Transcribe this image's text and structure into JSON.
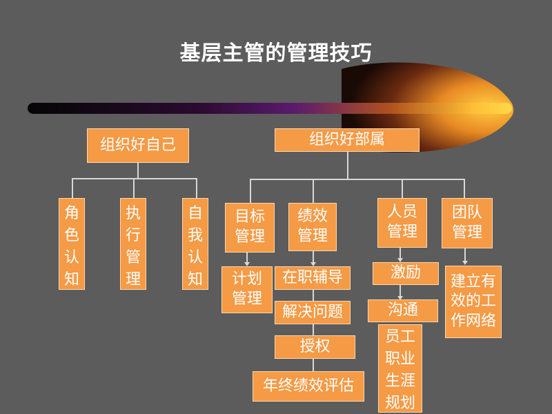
{
  "title": "基层主管的管理技巧",
  "left_group": {
    "root": "组织好自己",
    "children": [
      "角\n色\n认\n知",
      "执\n行\n管\n理",
      "自\n我\n认\n知"
    ]
  },
  "right_group": {
    "root": "组织好部属",
    "branches": {
      "goal": "目标\n管理",
      "performance": "绩效\n管理",
      "people": "人员\n管理",
      "team": "团队\n管理"
    },
    "goal_items": [
      "计划\n管理"
    ],
    "performance_items": [
      "在职辅导",
      "解决问题",
      "授权",
      "年终绩效评估"
    ],
    "people_items": [
      "激励",
      "沟通",
      "员工\n职业\n生涯\n规划"
    ],
    "team_items": [
      "建立有\n效的工\n作网络"
    ]
  },
  "colors": {
    "background": "#5c5c5c",
    "box_fill": "#f59a45",
    "text": "#ffffff",
    "connector": "#d8d8d8",
    "bar_gradient": [
      "#0a0a0a",
      "#5b1a6e",
      "#c8641e",
      "#ffc83a"
    ]
  }
}
